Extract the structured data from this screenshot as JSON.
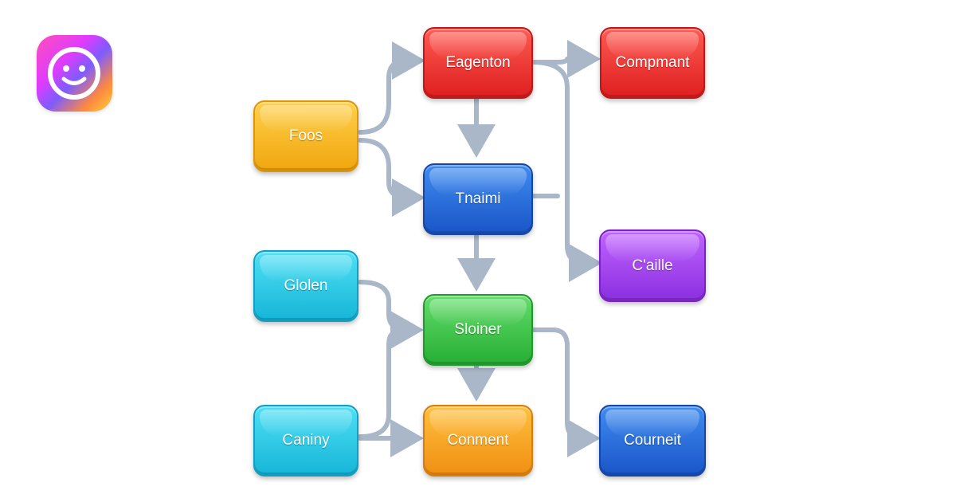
{
  "nodes": {
    "foos": "Foos",
    "eagenton": "Eagenton",
    "compmant": "Compmant",
    "tnaimi": "Tnaimi",
    "caille": "C'aille",
    "glolen": "Glolen",
    "sloiner": "Sloiner",
    "caniny": "Caniny",
    "conment": "Conment",
    "courneit": "Courneit"
  },
  "colors": {
    "red": "#de1f1f",
    "blue": "#1a55c8",
    "green": "#26ae34",
    "orange": "#f08f12",
    "cyan": "#16b5d8",
    "purple": "#8b2fe0",
    "gold": "#f0a60e",
    "connector": "#a9b7c8"
  },
  "icons": {
    "app_icon": "smiley-face-icon"
  }
}
